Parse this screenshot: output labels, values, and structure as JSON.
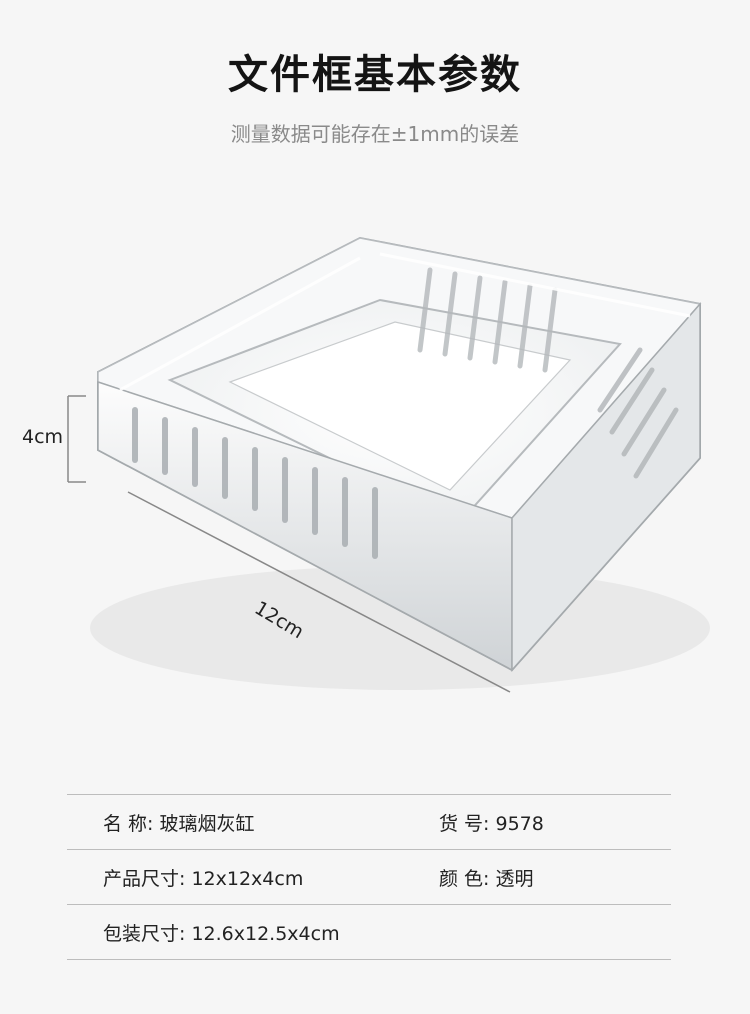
{
  "header": {
    "title": "文件框基本参数",
    "subtitle": "测量数据可能存在±1mm的误差"
  },
  "product": {
    "image": "glass-ashtray-photo",
    "height_label": "4cm",
    "width_label": "12cm"
  },
  "specs": {
    "name_label": "名   称:",
    "name_value": "玻璃烟灰缸",
    "item_no_label": "货   号:",
    "item_no_value": "9578",
    "size_label": "产品尺寸:",
    "size_value": "12x12x4cm",
    "color_label": "颜   色:",
    "color_value": "透明",
    "package_label": "包装尺寸:",
    "package_value": "12.6x12.5x4cm"
  }
}
